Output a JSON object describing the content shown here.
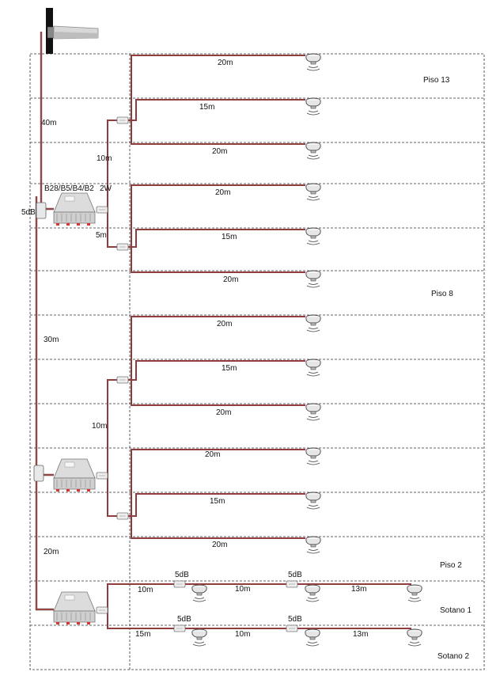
{
  "labels": {
    "feeder_top": "40m",
    "feeder_mid": "30m",
    "feeder_bottom": "20m",
    "splitter_top": "5dB",
    "booster_bands": "B28/B5/B4/B2",
    "booster_power": "2W",
    "up_trunk_top": "10m",
    "up_trunk_mid": "5m",
    "up_trunk_lower": "10m"
  },
  "floors": {
    "piso13": "Piso 13",
    "piso8": "Piso 8",
    "piso2": "Piso 2",
    "sotano1": "Sotano 1",
    "sotano2": "Sotano 2"
  },
  "antenna_runs": [
    "20m",
    "15m",
    "20m",
    "20m",
    "15m",
    "20m",
    "20m",
    "15m",
    "20m",
    "20m",
    "15m",
    "20m"
  ],
  "basement1": {
    "entry": "10m",
    "tap1": "5dB",
    "mid": "10m",
    "tap2": "5dB",
    "end": "13m"
  },
  "basement2": {
    "entry": "15m",
    "tap1": "5dB",
    "mid": "10m",
    "tap2": "5dB",
    "end": "13m"
  }
}
